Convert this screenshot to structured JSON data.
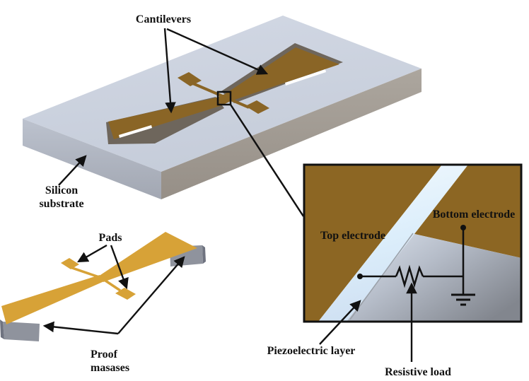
{
  "figure": {
    "title_context": "MEMS piezoelectric cantilever energy harvester schematic",
    "labels": {
      "cantilevers": "Cantilevers",
      "silicon_substrate_line1": "Silicon",
      "silicon_substrate_line2": "substrate",
      "pads": "Pads",
      "proof_masses_line1": "Proof",
      "proof_masses_line2": "masases",
      "top_electrode": "Top electrode",
      "bottom_electrode": "Bottom electrode",
      "piezoelectric_layer": "Piezoelectric layer",
      "resistive_load": "Resistive load"
    },
    "colors": {
      "substrate_top": "#cdd3df",
      "substrate_front_left": "#b4bac6",
      "substrate_front_right": "#a49d95",
      "electrode_brown": "#8a6526",
      "etch_shadow": "#6e665c",
      "inset_brown": "#8c6623",
      "gold_cantilever": "#d7a237",
      "proof_mass_gray": "#8f939d",
      "proof_mass_dark": "#6f7380",
      "piezo_band_light": "#eef7fd",
      "piezo_band_deep": "#cfe0f2",
      "silicon_wedge_light": "#d5dde9",
      "silicon_wedge_dark": "#82868e",
      "line_black": "#111111"
    }
  }
}
